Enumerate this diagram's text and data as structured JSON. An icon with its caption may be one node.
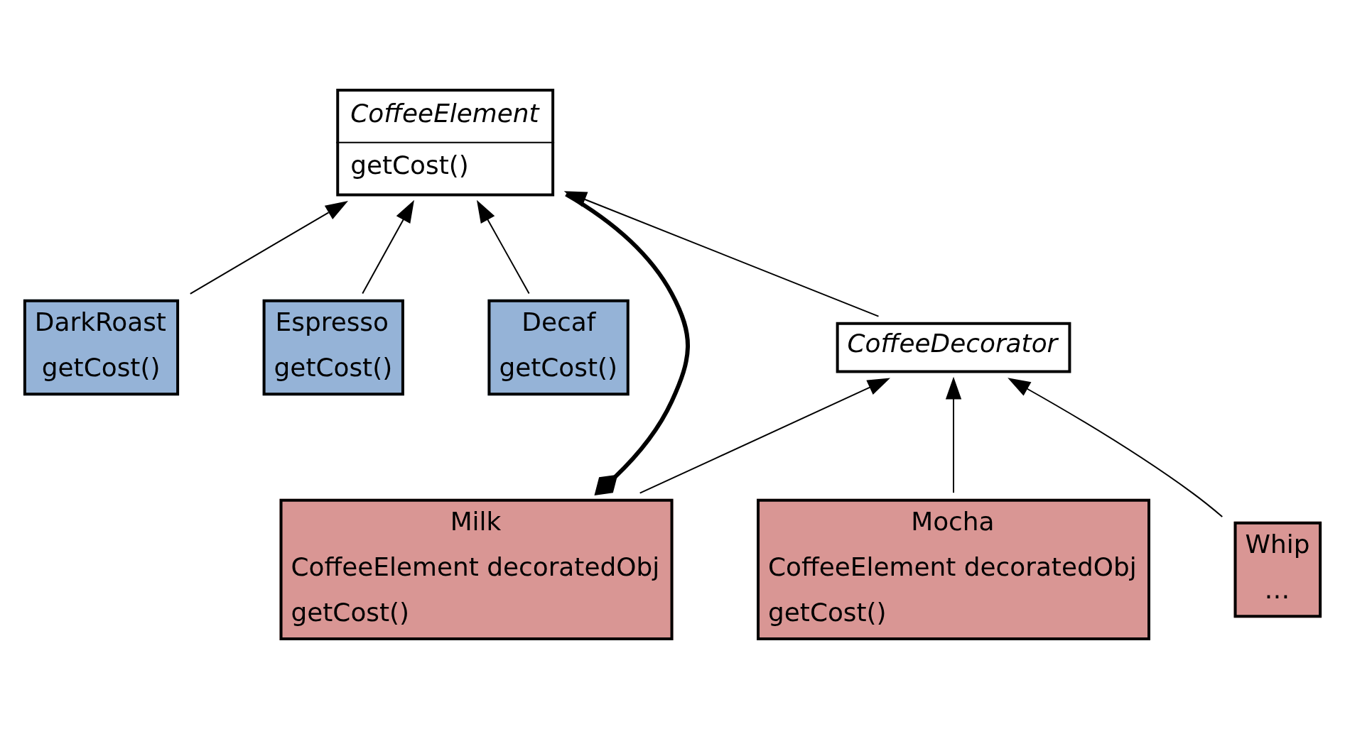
{
  "diagram": {
    "nodes": [
      {
        "text": [
          "CoffeeElement",
          "getCost()"
        ]
      },
      {
        "text": [
          "DarkRoast",
          "getCost()"
        ]
      },
      {
        "text": [
          "Espresso",
          "getCost()"
        ]
      },
      {
        "text": [
          "Decaf",
          "getCost()"
        ]
      },
      {
        "text": [
          "CoffeeDecorator"
        ]
      },
      {
        "text": [
          "Milk",
          "CoffeeElement decoratedObj",
          "getCost()"
        ]
      },
      {
        "text": [
          "Mocha",
          "CoffeeElement decoratedObj",
          "getCost()"
        ]
      },
      {
        "text": [
          "Whip",
          "…"
        ]
      }
    ],
    "edges": [
      {
        "from": 1,
        "to": 0,
        "arrow": "to"
      },
      {
        "from": 2,
        "to": 0,
        "arrow": "to"
      },
      {
        "from": 3,
        "to": 0,
        "arrow": "to"
      },
      {
        "from": 4,
        "to": 0,
        "arrow": "to"
      },
      {
        "from": 5,
        "to": 4,
        "arrow": "to"
      },
      {
        "from": 6,
        "to": 4,
        "arrow": "to"
      },
      {
        "from": 7,
        "to": 4,
        "arrow": "to"
      },
      {
        "from": 5,
        "to": 0,
        "arrow": "other",
        "style": "thick"
      }
    ]
  }
}
